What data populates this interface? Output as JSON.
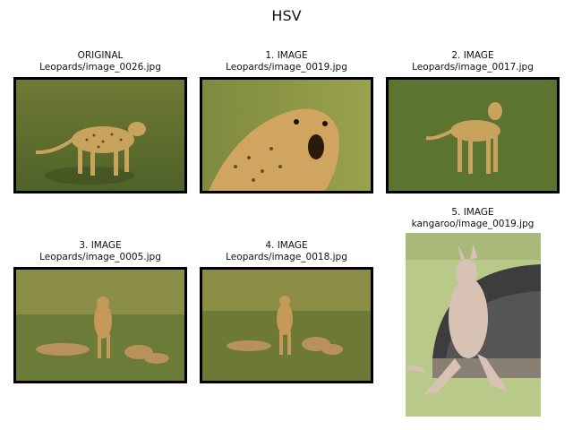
{
  "figure": {
    "title": "HSV"
  },
  "panels": [
    {
      "label": "ORIGINAL",
      "path": "Leopards/image_0026.jpg"
    },
    {
      "label": "1. IMAGE",
      "path": "Leopards/image_0019.jpg"
    },
    {
      "label": "2. IMAGE",
      "path": "Leopards/image_0017.jpg"
    },
    {
      "label": "3. IMAGE",
      "path": "Leopards/image_0005.jpg"
    },
    {
      "label": "4. IMAGE",
      "path": "Leopards/image_0018.jpg"
    },
    {
      "label": "5. IMAGE",
      "path": "kangaroo/image_0019.jpg"
    }
  ]
}
